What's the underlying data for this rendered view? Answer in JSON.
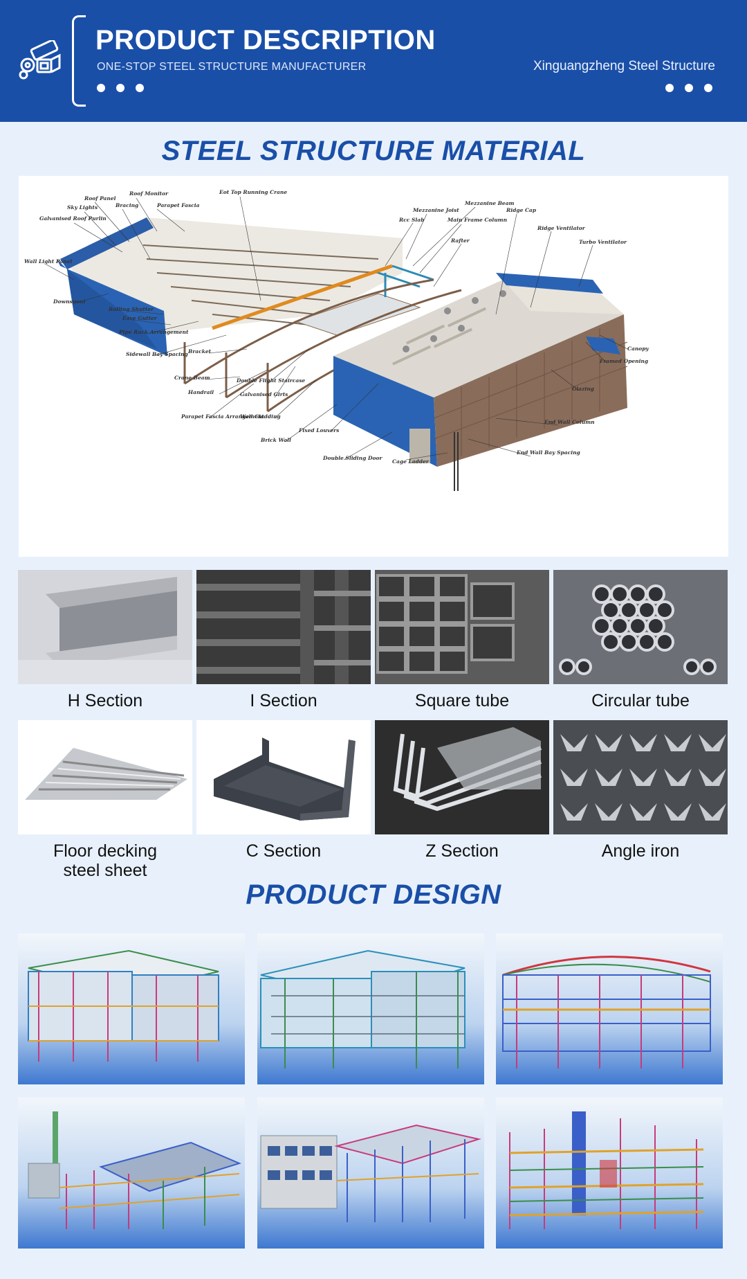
{
  "header": {
    "title": "PRODUCT DESCRIPTION",
    "subtitle": "ONE-STOP STEEL STRUCTURE MANUFACTURER",
    "company": "Xinguangzheng Steel Structure",
    "logo_icon": "steel-pipes-icon"
  },
  "sections": {
    "material_title": "STEEL STRUCTURE MATERIAL",
    "design_title": "PRODUCT DESIGN"
  },
  "diagram_labels": {
    "roof_panel": "Roof Panel",
    "roof_monitor": "Roof Monitor",
    "sky_lights": "Sky Lights",
    "bracing": "Bracing",
    "parapet_fascia": "Parapet Fascia",
    "eot_crane": "Eot Top Running Crane",
    "galv_purlin": "Galvanised Roof Purlin",
    "wall_light": "Wall Light Panel",
    "downspout": "Downspout",
    "rolling_shutter": "Rolling Shutter",
    "eave_gutter": "Eave Gutter",
    "pipe_rack": "Pipe Rack Arrangement",
    "sidewall": "Sidewall Bay Spacing",
    "bracket": "Bracket",
    "crane_beam": "Crane Beam",
    "handrail": "Handrail",
    "double_flight": "Double Flight Staircase",
    "galv_girts": "Galvanised Girts",
    "parapet_arr": "Parapet Fascia Arrangement",
    "wall_cladding": "Wall Cladding",
    "brick_wall": "Brick Wall",
    "fixed_louvers": "Fixed Louvers",
    "double_sliding": "Double Sliding Door",
    "cage_ladder": "Cage Ladder",
    "mezz_joist": "Mezzanine Joist",
    "mezz_beam": "Mezzanine Beam",
    "rcc_slab": "Rcc Slab",
    "main_frame": "Main Frame Column",
    "rafter": "Rafter",
    "ridge_cap": "Ridge Cap",
    "ridge_vent": "Ridge Ventilator",
    "turbo_vent": "Turbo Ventilator",
    "canopy": "Canopy",
    "framed_opening": "Framed Opening",
    "glazing": "Glazing",
    "end_wall_col": "End Wall Column",
    "end_wall_bay": "End Wall Bay Spacing"
  },
  "materials": [
    {
      "caption": "H Section"
    },
    {
      "caption": "I Section"
    },
    {
      "caption": "Square tube"
    },
    {
      "caption": "Circular tube"
    },
    {
      "caption": "Floor decking steel sheet"
    },
    {
      "caption": "C Section"
    },
    {
      "caption": "Z Section"
    },
    {
      "caption": "Angle iron"
    }
  ],
  "colors": {
    "brand_blue": "#1a4fa8",
    "page_bg": "#e8f1fb"
  }
}
